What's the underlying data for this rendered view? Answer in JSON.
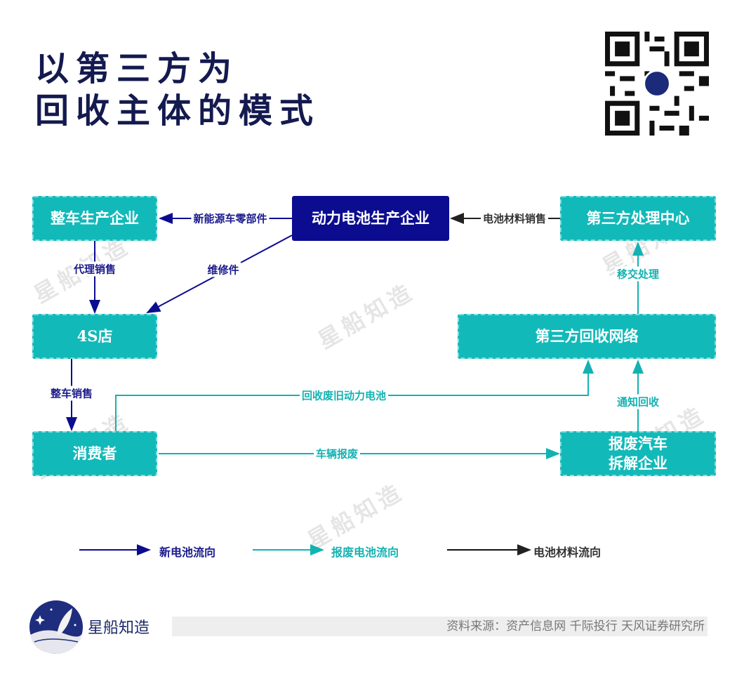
{
  "title": {
    "line1": "以第三方为",
    "line2": "回收主体的模式"
  },
  "nodes": {
    "vehicle_maker": "整车生产企业",
    "battery_maker": "动力电池生产企业",
    "third_party_processing": "第三方处理中心",
    "dealer_4s": "4S店",
    "third_party_network": "第三方回收网络",
    "consumer": "消费者",
    "dismantling_line1": "报废汽车",
    "dismantling_line2": "拆解企业"
  },
  "edges": {
    "ev_parts": "新能源车零部件",
    "battery_material_sales": "电池材料销售",
    "agent_sales": "代理销售",
    "repair_parts": "维修件",
    "vehicle_sales": "整车销售",
    "recycle_old_battery": "回收废旧动力电池",
    "vehicle_scrap": "车辆报废",
    "notify_recycle": "通知回收",
    "transfer_processing": "移交处理"
  },
  "legend": [
    {
      "label": "新电池流向",
      "color": "#0c0c90"
    },
    {
      "label": "报废电池流向",
      "color": "#13b2b2"
    },
    {
      "label": "电池材料流向",
      "color": "#111111"
    }
  ],
  "watermark": "星船知造",
  "footer": {
    "brand": "星船知造",
    "source": "资料来源：资产信息网 千际投行 天风证券研究所"
  }
}
